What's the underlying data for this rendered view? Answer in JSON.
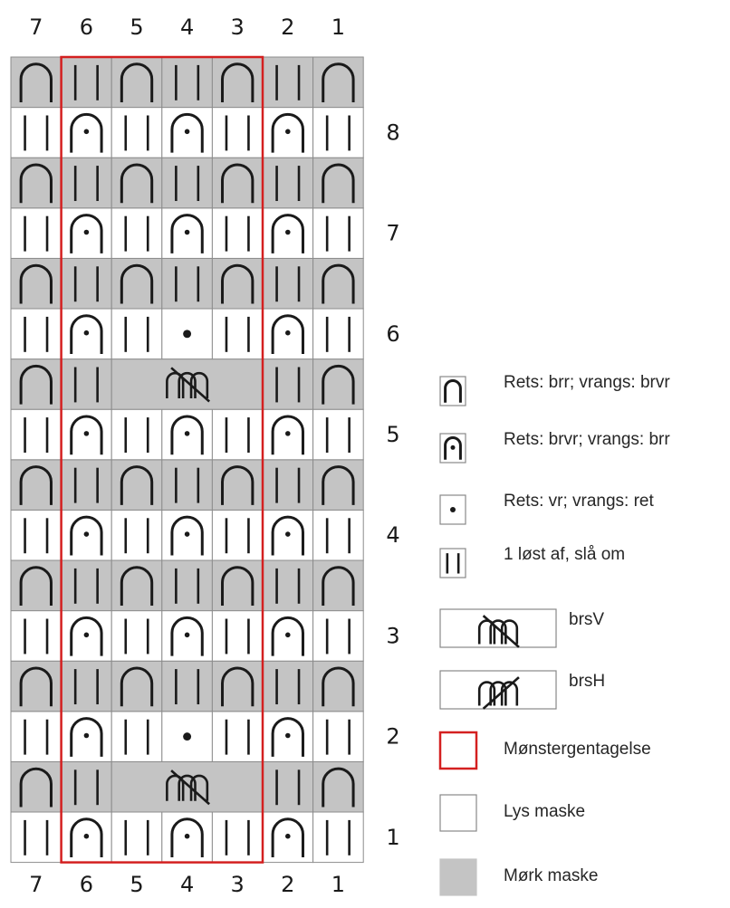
{
  "colors": {
    "light": "#ffffff",
    "dark": "#c4c4c4",
    "grid": "#8c8c8c",
    "ink": "#1a1a1a",
    "repeat": "#d42020"
  },
  "column_numbers": [
    "7",
    "6",
    "5",
    "4",
    "3",
    "2",
    "1"
  ],
  "row_numbers": [
    "1",
    "2",
    "3",
    "4",
    "5",
    "6",
    "7",
    "8"
  ],
  "grid_rows_bottom_to_top": [
    {
      "shade": "light",
      "cells": [
        "bars",
        "brioche-dot",
        "bars",
        "brioche-dot",
        "bars",
        "brioche-dot",
        "bars"
      ]
    },
    {
      "shade": "dark",
      "cells": [
        "brioche",
        "bars",
        "brsV",
        "brsV",
        "brsV",
        "bars",
        "brioche"
      ]
    },
    {
      "shade": "light",
      "cells": [
        "bars",
        "brioche-dot",
        "bars",
        "purl-dot",
        "bars",
        "brioche-dot",
        "bars"
      ]
    },
    {
      "shade": "dark",
      "cells": [
        "brioche",
        "bars",
        "brioche",
        "bars",
        "brioche",
        "bars",
        "brioche"
      ]
    },
    {
      "shade": "light",
      "cells": [
        "bars",
        "brioche-dot",
        "bars",
        "brioche-dot",
        "bars",
        "brioche-dot",
        "bars"
      ]
    },
    {
      "shade": "dark",
      "cells": [
        "brioche",
        "bars",
        "brioche",
        "bars",
        "brioche",
        "bars",
        "brioche"
      ]
    },
    {
      "shade": "light",
      "cells": [
        "bars",
        "brioche-dot",
        "bars",
        "brioche-dot",
        "bars",
        "brioche-dot",
        "bars"
      ]
    },
    {
      "shade": "dark",
      "cells": [
        "brioche",
        "bars",
        "brioche",
        "bars",
        "brioche",
        "bars",
        "brioche"
      ]
    },
    {
      "shade": "light",
      "cells": [
        "bars",
        "brioche-dot",
        "bars",
        "brioche-dot",
        "bars",
        "brioche-dot",
        "bars"
      ]
    },
    {
      "shade": "dark",
      "cells": [
        "brioche",
        "bars",
        "brsV",
        "brsV",
        "brsV",
        "bars",
        "brioche"
      ]
    },
    {
      "shade": "light",
      "cells": [
        "bars",
        "brioche-dot",
        "bars",
        "purl-dot",
        "bars",
        "brioche-dot",
        "bars"
      ]
    },
    {
      "shade": "dark",
      "cells": [
        "brioche",
        "bars",
        "brioche",
        "bars",
        "brioche",
        "bars",
        "brioche"
      ]
    },
    {
      "shade": "light",
      "cells": [
        "bars",
        "brioche-dot",
        "bars",
        "brioche-dot",
        "bars",
        "brioche-dot",
        "bars"
      ]
    },
    {
      "shade": "dark",
      "cells": [
        "brioche",
        "bars",
        "brioche",
        "bars",
        "brioche",
        "bars",
        "brioche"
      ]
    },
    {
      "shade": "light",
      "cells": [
        "bars",
        "brioche-dot",
        "bars",
        "brioche-dot",
        "bars",
        "brioche-dot",
        "bars"
      ]
    },
    {
      "shade": "dark",
      "cells": [
        "brioche",
        "bars",
        "brioche",
        "bars",
        "brioche",
        "bars",
        "brioche"
      ]
    }
  ],
  "pattern_repeat": {
    "first_column": "6",
    "last_column": "3"
  },
  "legend": [
    {
      "symbol": "brioche",
      "label": "Rets: brr; vrangs: brvr"
    },
    {
      "symbol": "brioche-dot",
      "label": "Rets: brvr; vrangs: brr"
    },
    {
      "symbol": "purl-dot",
      "label": "Rets: vr; vrangs: ret"
    },
    {
      "symbol": "bars",
      "label": "1 løst af, slå om"
    },
    {
      "symbol": "brsV",
      "label": "brsV"
    },
    {
      "symbol": "brsH",
      "label": "brsH"
    },
    {
      "symbol": "repeat-box",
      "label": "Mønstergentagelse"
    },
    {
      "symbol": "light-box",
      "label": "Lys maske"
    },
    {
      "symbol": "dark-box",
      "label": "Mørk maske"
    }
  ]
}
